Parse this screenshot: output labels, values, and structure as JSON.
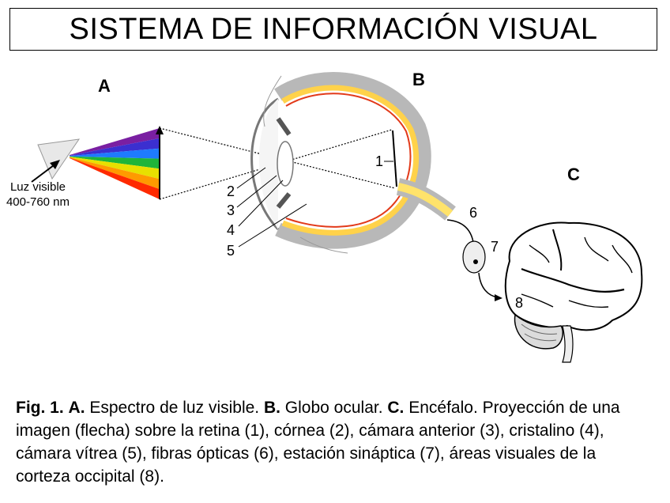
{
  "title": "SISTEMA DE INFORMACIÓN VISUAL",
  "panels": {
    "a": "A",
    "b": "B",
    "c": "C"
  },
  "prism": {
    "label_line1": "Luz visible",
    "label_line2": "400-760 nm"
  },
  "spectrum_colors": [
    "#7a1fa2",
    "#3b2fd0",
    "#1e7bff",
    "#1fb53a",
    "#e8e000",
    "#ff9a00",
    "#ff2a00"
  ],
  "numbers": {
    "n1": "1",
    "n2": "2",
    "n3": "3",
    "n4": "4",
    "n5": "5",
    "n6": "6",
    "n7": "7",
    "n8": "8"
  },
  "caption": {
    "fig": "Fig. 1.",
    "a_bold": "A.",
    "a_text": " Espectro de luz visible. ",
    "b_bold": "B.",
    "b_text": " Globo ocular. ",
    "c_bold": "C.",
    "c_text": " Encéfalo. Proyección de una imagen (flecha) sobre la retina (1), córnea (2), cámara anterior (3), cristalino (4), cámara vítrea (5), fibras ópticas (6), estación sináptica (7), áreas visuales de la corteza occipital (8)."
  }
}
